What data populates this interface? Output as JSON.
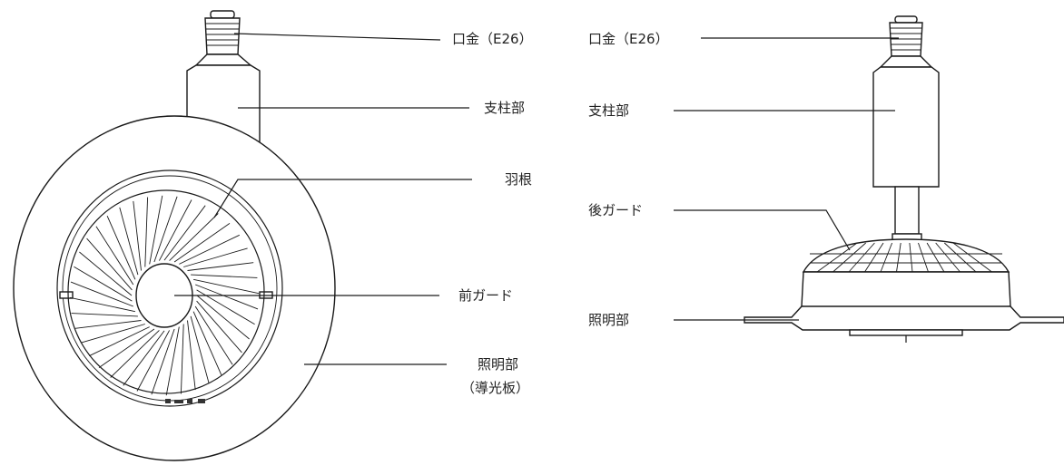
{
  "front_view": {
    "labels": {
      "base": "口金（E26）",
      "column": "支柱部",
      "blade": "羽根",
      "front_guard": "前ガード",
      "lighting": "照明部",
      "light_guide": "（導光板）"
    }
  },
  "side_view": {
    "labels": {
      "base": "口金（E26）",
      "column": "支柱部",
      "rear_guard": "後ガード",
      "lighting": "照明部"
    }
  }
}
